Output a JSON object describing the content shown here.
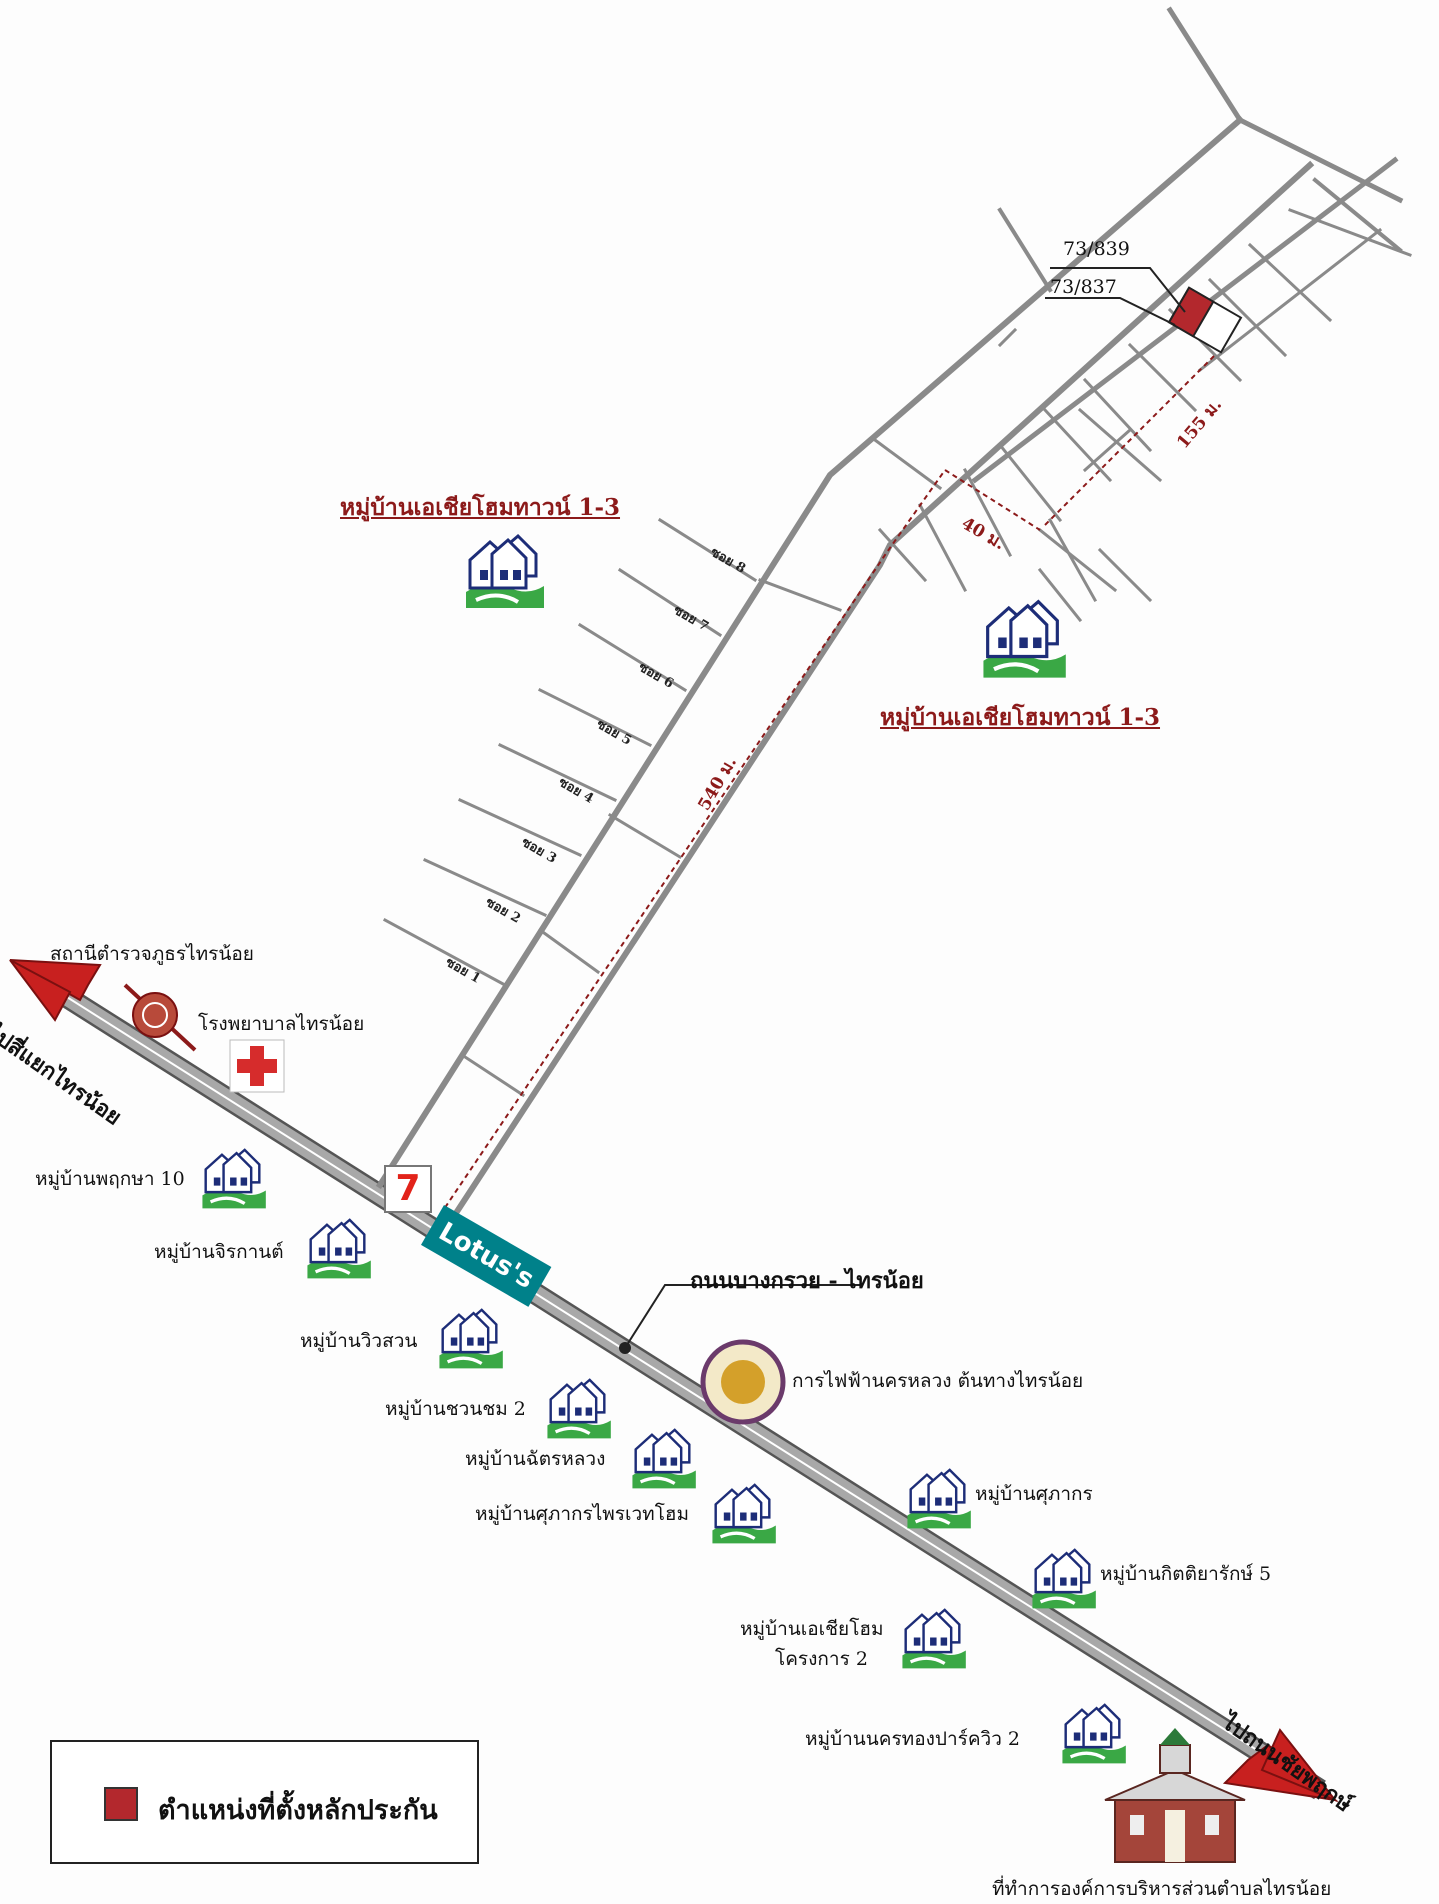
{
  "plot_numbers": [
    "73/839",
    "73/837"
  ],
  "villages_inner": [
    {
      "name": "หมู่บ้านเอเชียโฮมทาวน์ 1-3"
    },
    {
      "name": "หมู่บ้านเอเชียโฮมทาวน์ 1-3"
    }
  ],
  "soi_labels": [
    "ซอย 1",
    "ซอย 2",
    "ซอย 3",
    "ซอย 4",
    "ซอย 5",
    "ซอย 6",
    "ซอย 7",
    "ซอย 8"
  ],
  "distances": {
    "d540": "540 ม.",
    "d40": "40 ม.",
    "d155": "155 ม."
  },
  "landmarks": {
    "police": "สถานีตำรวจภูธรไทรน้อย",
    "hospital": "โรงพยาบาลไทรน้อย",
    "electric": "การไฟฟ้านครหลวง ต้นทางไทรน้อย",
    "tao": "ที่ทำการองค์การบริหารส่วนตำบลไทรน้อย",
    "lotus": "Lotus's",
    "seven": "7"
  },
  "main_road": "ถนนบางกรวย - ไทรน้อย",
  "directions": {
    "northwest": "ไปสี่แยกไทรน้อย",
    "southeast": "ไปถนนชัยพฤกษ์"
  },
  "villages": [
    "หมู่บ้านพฤกษา 10",
    "หมู่บ้านจิรกานต์",
    "หมู่บ้านวิวสวน",
    "หมู่บ้านชวนชม 2",
    "หมู่บ้านฉัตรหลวง",
    "หมู่บ้านศุภากรไพรเวทโฮม",
    "หมู่บ้านศุภากร",
    "หมู่บ้านกิตติยารักษ์ 5",
    "หมู่บ้านเอเชียโฮม",
    "โครงการ 2",
    "หมู่บ้านนครทองปาร์ควิว 2"
  ],
  "legend": {
    "text": "ตำแหน่งที่ตั้งหลักประกัน"
  },
  "colors": {
    "road": "#8a8a8a",
    "accent": "#b3282d",
    "dim_red": "#8c1a1a",
    "lotus": "#00818a",
    "grass": "#3aa845",
    "house": "#1d2d78"
  }
}
